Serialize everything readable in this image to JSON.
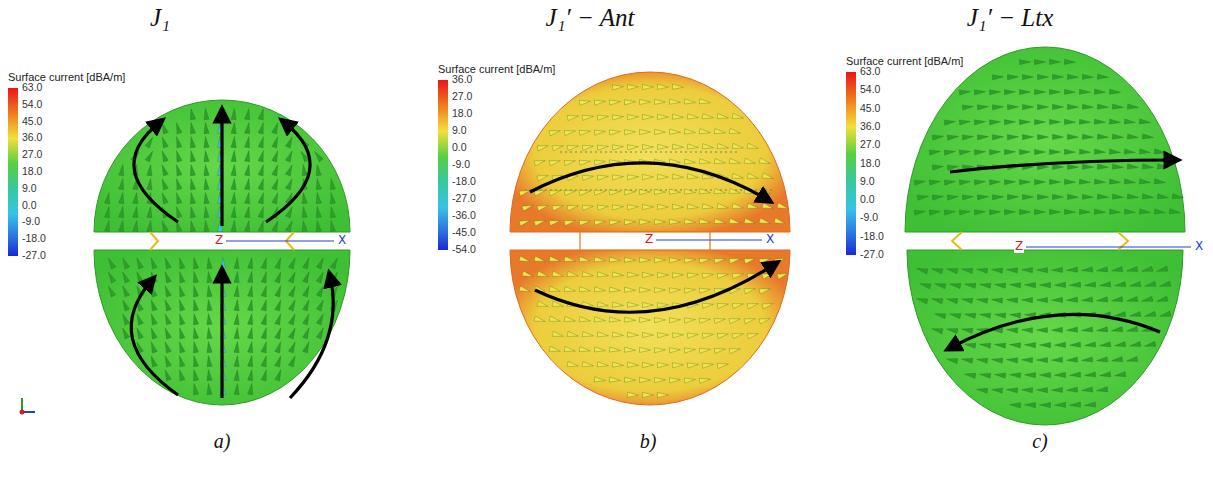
{
  "diagram": {
    "labels": [
      "J₁",
      "J₁′ − Ant",
      "J₁′ − Ltx",
      "Surface current [dBA/m]",
      "63.0",
      "54.0",
      "45.0",
      "36.0",
      "27.0",
      "18.0",
      "9.0",
      "0.0",
      "-9.0",
      "-18.0",
      "-27.0",
      "Z",
      "X",
      "Surface current [dBA/m]",
      "36.0",
      "27.0",
      "18.0",
      "9.0",
      "0.0",
      "-9.0",
      "-18.0",
      "-27.0",
      "-36.0",
      "-45.0",
      "-54.0",
      "Z",
      "X",
      "Surface current [dBA/m]",
      "63.0",
      "54.0",
      "45.0",
      "36.0",
      "27.0",
      "18.0",
      "9.0",
      "0.0",
      "-9.0",
      "-18.0",
      "-27.0",
      "Z",
      "X",
      "a)",
      "b)",
      "c)"
    ]
  }
}
